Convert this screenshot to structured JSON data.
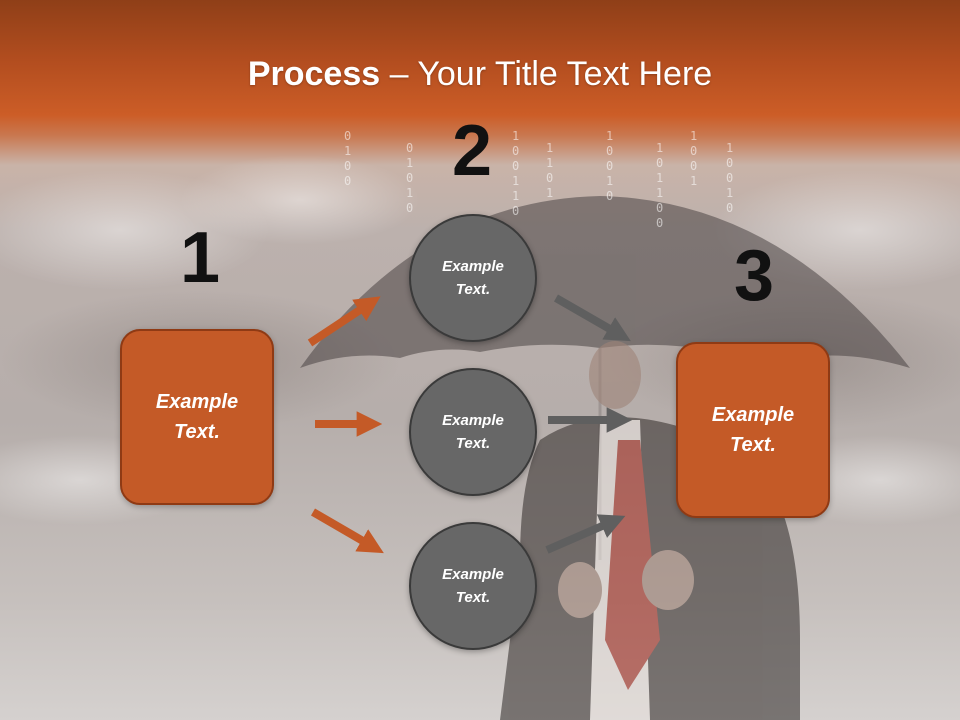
{
  "slide": {
    "title_bold": "Process",
    "title_rest": " – Your Title Text Here",
    "steps": [
      "1",
      "2",
      "3"
    ],
    "left_box": {
      "line1": "Example",
      "line2": "Text."
    },
    "right_box": {
      "line1": "Example",
      "line2": "Text."
    },
    "circles": [
      {
        "line1": "Example",
        "line2": "Text."
      },
      {
        "line1": "Example",
        "line2": "Text."
      },
      {
        "line1": "Example",
        "line2": "Text."
      }
    ]
  },
  "colors": {
    "header_orange": "#c45a27",
    "box_fill": "#c45a27",
    "circle_fill": "#676767",
    "orange_arrow": "#c45a27",
    "gray_arrow": "#5f5f5f"
  },
  "background": {
    "image": "man-with-umbrella-photo",
    "binary_rain": [
      "0",
      "1",
      "0",
      "0",
      "1",
      "0",
      "1",
      "0",
      "0",
      "1",
      "1",
      "0",
      "1",
      "0",
      "0",
      "1",
      "0",
      "1",
      "1",
      "0"
    ]
  }
}
